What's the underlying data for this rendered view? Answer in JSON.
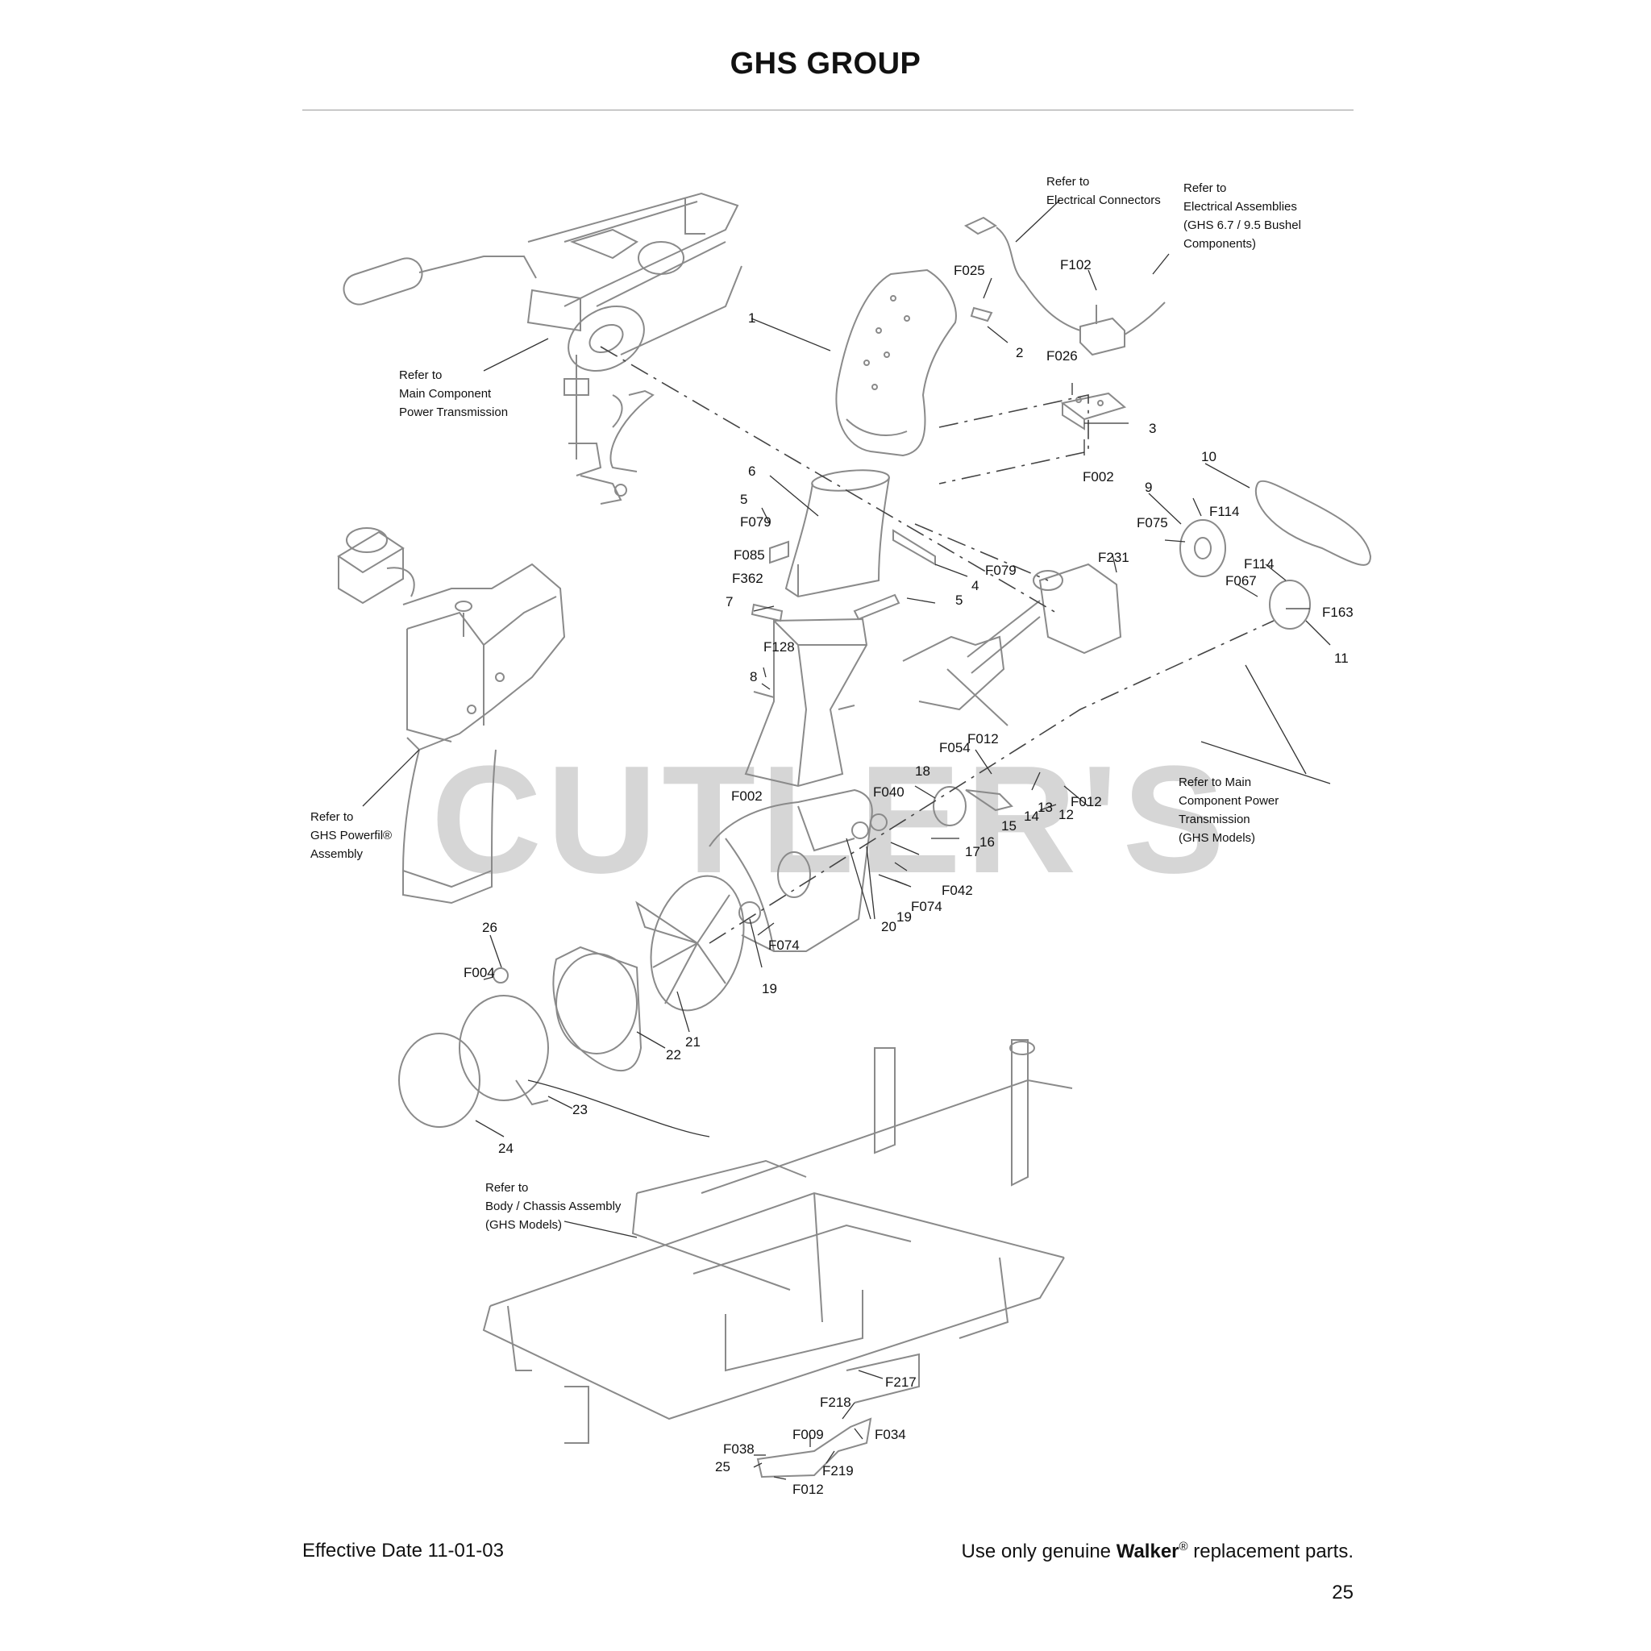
{
  "page": {
    "title": "GHS GROUP",
    "watermark": "CUTLER'S",
    "effective_date": "Effective Date 11-01-03",
    "footer_prefix": "Use only genuine",
    "footer_brand": "Walker",
    "footer_reg": "®",
    "footer_suffix": "replacement parts.",
    "page_number": "25"
  },
  "colors": {
    "text": "#111111",
    "line_art": "#8a8a8a",
    "leader": "#333333",
    "watermark": "#d0d0d0",
    "rule": "#9a9a9a"
  },
  "references": {
    "main_power": [
      "Refer to",
      "Main Component",
      "Power Transmission"
    ],
    "electrical_connectors": [
      "Refer to",
      "Electrical Connectors"
    ],
    "electrical_assemblies": [
      "Refer to",
      "Electrical Assemblies",
      "(GHS 6.7 / 9.5 Bushel",
      "Components)"
    ],
    "powerfil": [
      "Refer to",
      "GHS Powerfil®",
      "Assembly"
    ],
    "main_power_ghs": [
      "Refer to Main",
      "Component Power",
      "Transmission",
      "(GHS Models)"
    ],
    "chassis": [
      "Refer to",
      "Body / Chassis Assembly",
      "(GHS Models)"
    ]
  },
  "callouts": {
    "c1": "1",
    "c2": "2",
    "c3": "3",
    "c4": "4",
    "c5a": "5",
    "c5b": "5",
    "c6": "6",
    "c7": "7",
    "c8": "8",
    "c9": "9",
    "c10": "10",
    "c11": "11",
    "c12": "12",
    "c13": "13",
    "c14": "14",
    "c15": "15",
    "c16": "16",
    "c17": "17",
    "c18": "18",
    "c19a": "19",
    "c19b": "19",
    "c20": "20",
    "c21": "21",
    "c22": "22",
    "c23": "23",
    "c24": "24",
    "c25": "25",
    "c26": "26",
    "F025": "F025",
    "F102": "F102",
    "F026": "F026",
    "F002a": "F002",
    "F002b": "F002",
    "F079a": "F079",
    "F079b": "F079",
    "F085": "F085",
    "F362": "F362",
    "F128": "F128",
    "F075": "F075",
    "F114a": "F114",
    "F114b": "F114",
    "F231": "F231",
    "F067": "F067",
    "F163": "F163",
    "F054": "F054",
    "F012a": "F012",
    "F012b": "F012",
    "F012c": "F012",
    "F040": "F040",
    "F042": "F042",
    "F074a": "F074",
    "F074b": "F074",
    "F004": "F004",
    "F217": "F217",
    "F218": "F218",
    "F009": "F009",
    "F034": "F034",
    "F038": "F038",
    "F219": "F219"
  }
}
